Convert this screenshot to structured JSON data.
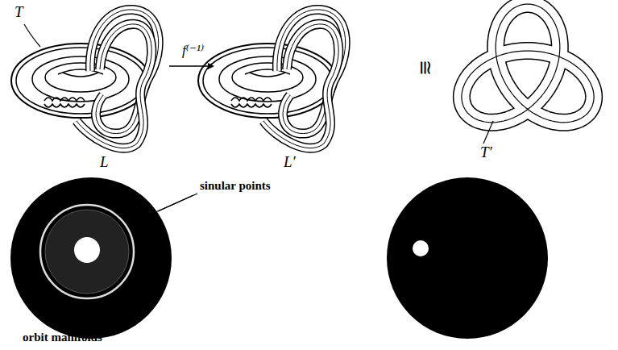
{
  "diagram": {
    "labels": [
      "T",
      "f⁽⁻¹⁾",
      "≅",
      "L",
      "L′",
      "sinular points",
      "T′",
      "orbit manifolds"
    ]
  }
}
